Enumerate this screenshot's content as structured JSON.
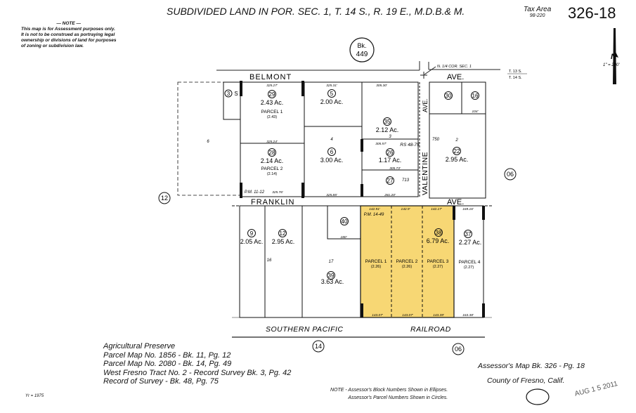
{
  "header": {
    "title": "SUBDIVIDED LAND IN POR. SEC. 1, T. 14 S., R. 19 E., M.D.B.& M.",
    "tax_area_label": "Tax Area",
    "tax_area_code": "98-220",
    "map_number": "326-18"
  },
  "note": {
    "heading": "— NOTE —",
    "lines": [
      "This map is for Assessment purposes only.",
      "It is not to be construed as portraying legal",
      "ownership or divisions of land for purposes",
      "of zoning or subdivision law."
    ]
  },
  "north_arrow": {
    "icon": "north-arrow-icon",
    "label": "N",
    "scale": "1\" = 200'"
  },
  "block_label": {
    "prefix": "Bk.",
    "number": "449"
  },
  "section_corner": "N. 1/4 COR. SEC. 1",
  "township": {
    "upper": "T. 13 S.",
    "lower": "T. 14 S."
  },
  "streets": {
    "belmont": "BELMONT",
    "belmont_ave": "AVE.",
    "franklin": "FRANKLIN",
    "franklin_ave": "AVE.",
    "valentine": "VALENTINE",
    "valentine_ave": "AVE.",
    "railroad_1": "SOUTHERN PACIFIC",
    "railroad_2": "RAILROAD"
  },
  "adjacent_pages": {
    "west": "12",
    "east": "06",
    "south_1": "14",
    "south_2": "06"
  },
  "parcels": {
    "p3": {
      "num": "3",
      "suffix": "S"
    },
    "p29": {
      "num": "29",
      "acres": "2.43 Ac.",
      "label": "PARCEL 1",
      "sub": "(2.43)"
    },
    "p28": {
      "num": "28",
      "acres": "2.14 Ac.",
      "label": "PARCEL 2",
      "sub": "(2.14)"
    },
    "p5": {
      "num": "5",
      "acres": "2.00 Ac."
    },
    "p6": {
      "num": "6",
      "acres": "3.00 Ac."
    },
    "p35": {
      "num": "35",
      "acres": "2.12 Ac."
    },
    "p26": {
      "num": "26",
      "acres": "1.17 Ac."
    },
    "p27": {
      "num": "27"
    },
    "p30": {
      "num": "30"
    },
    "p16": {
      "num": "16"
    },
    "p22": {
      "num": "22",
      "acres": "2.95 Ac."
    },
    "p9": {
      "num": "9",
      "acres": "2.05 Ac."
    },
    "p12": {
      "num": "12",
      "acres": "2.95 Ac."
    },
    "p40": {
      "num": "40"
    },
    "p39": {
      "num": "39",
      "acres": "3.63 Ac."
    },
    "p38": {
      "num": "38",
      "acres": "6.79 Ac.",
      "parcels": [
        {
          "label": "PARCEL 1",
          "sub": "(2.26)"
        },
        {
          "label": "PARCEL 2",
          "sub": "(2.26)"
        },
        {
          "label": "PARCEL 3",
          "sub": "(2.27)"
        }
      ]
    },
    "p37": {
      "num": "37",
      "acres": "2.27 Ac.",
      "label": "PARCEL 4",
      "sub": "(2.27)"
    }
  },
  "lot_numbers": {
    "l6": "6",
    "l4": "4",
    "l3": "3",
    "l2": "2",
    "l16": "16",
    "l17": "17",
    "l713": "713",
    "l750": "750"
  },
  "references": {
    "pm_1112": "P.M. 11-12",
    "pm_1449": "P.M. 14-49",
    "rs_4875": "RS 48-75"
  },
  "dimensions": {
    "d1": "325.27'",
    "d2": "325.31'",
    "d3": "305.30'",
    "d4": "325.24'",
    "d5": "325.76'",
    "d6": "325.85'",
    "d7": "305.57'",
    "d8": "305.73'",
    "d9": "281.20'",
    "d10": "142.91'",
    "d11": "142.9'",
    "d12": "142.17'",
    "d13": "169.16'",
    "d14": "143.07'",
    "d15": "143.07'",
    "d16": "143.39'",
    "d17": "163.38'",
    "d18": "180'",
    "d19": "104'"
  },
  "highlight_color": "#f7d774",
  "footer": {
    "refs": [
      "Agricultural Preserve",
      "Parcel Map No. 1856 - Bk. 11, Pg. 12",
      "Parcel Map No. 2080 - Bk. 14, Pg. 49",
      "West Fresno Tract No. 2 - Record Survey Bk. 3, Pg. 42",
      "Record of Survey - Bk. 48, Pg. 75"
    ],
    "year": "Yr = 1975",
    "note_1": "NOTE - Assessor's Block Numbers Shown in Ellipses.",
    "note_2": "Assessor's Parcel Numbers Shown in Circles.",
    "assessor_map": "Assessor's Map Bk. 326 - Pg. 18",
    "county": "County of Fresno, Calif.",
    "stamp": "AUG 1 5 2011"
  }
}
